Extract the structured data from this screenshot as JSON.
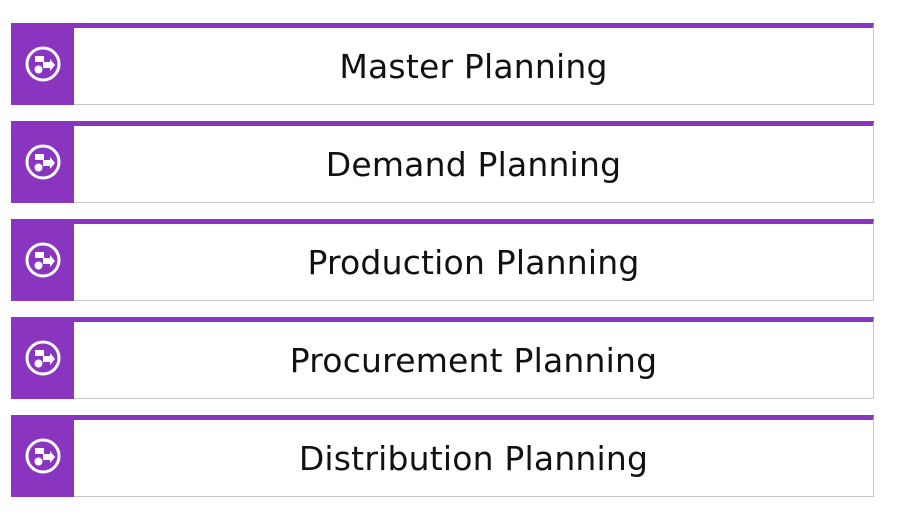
{
  "accent_color": "#8a35c0",
  "items": [
    {
      "label": "Master Planning",
      "icon": "process-icon"
    },
    {
      "label": "Demand Planning",
      "icon": "process-icon"
    },
    {
      "label": "Production Planning",
      "icon": "process-icon"
    },
    {
      "label": "Procurement Planning",
      "icon": "process-icon"
    },
    {
      "label": "Distribution Planning",
      "icon": "process-icon"
    }
  ]
}
